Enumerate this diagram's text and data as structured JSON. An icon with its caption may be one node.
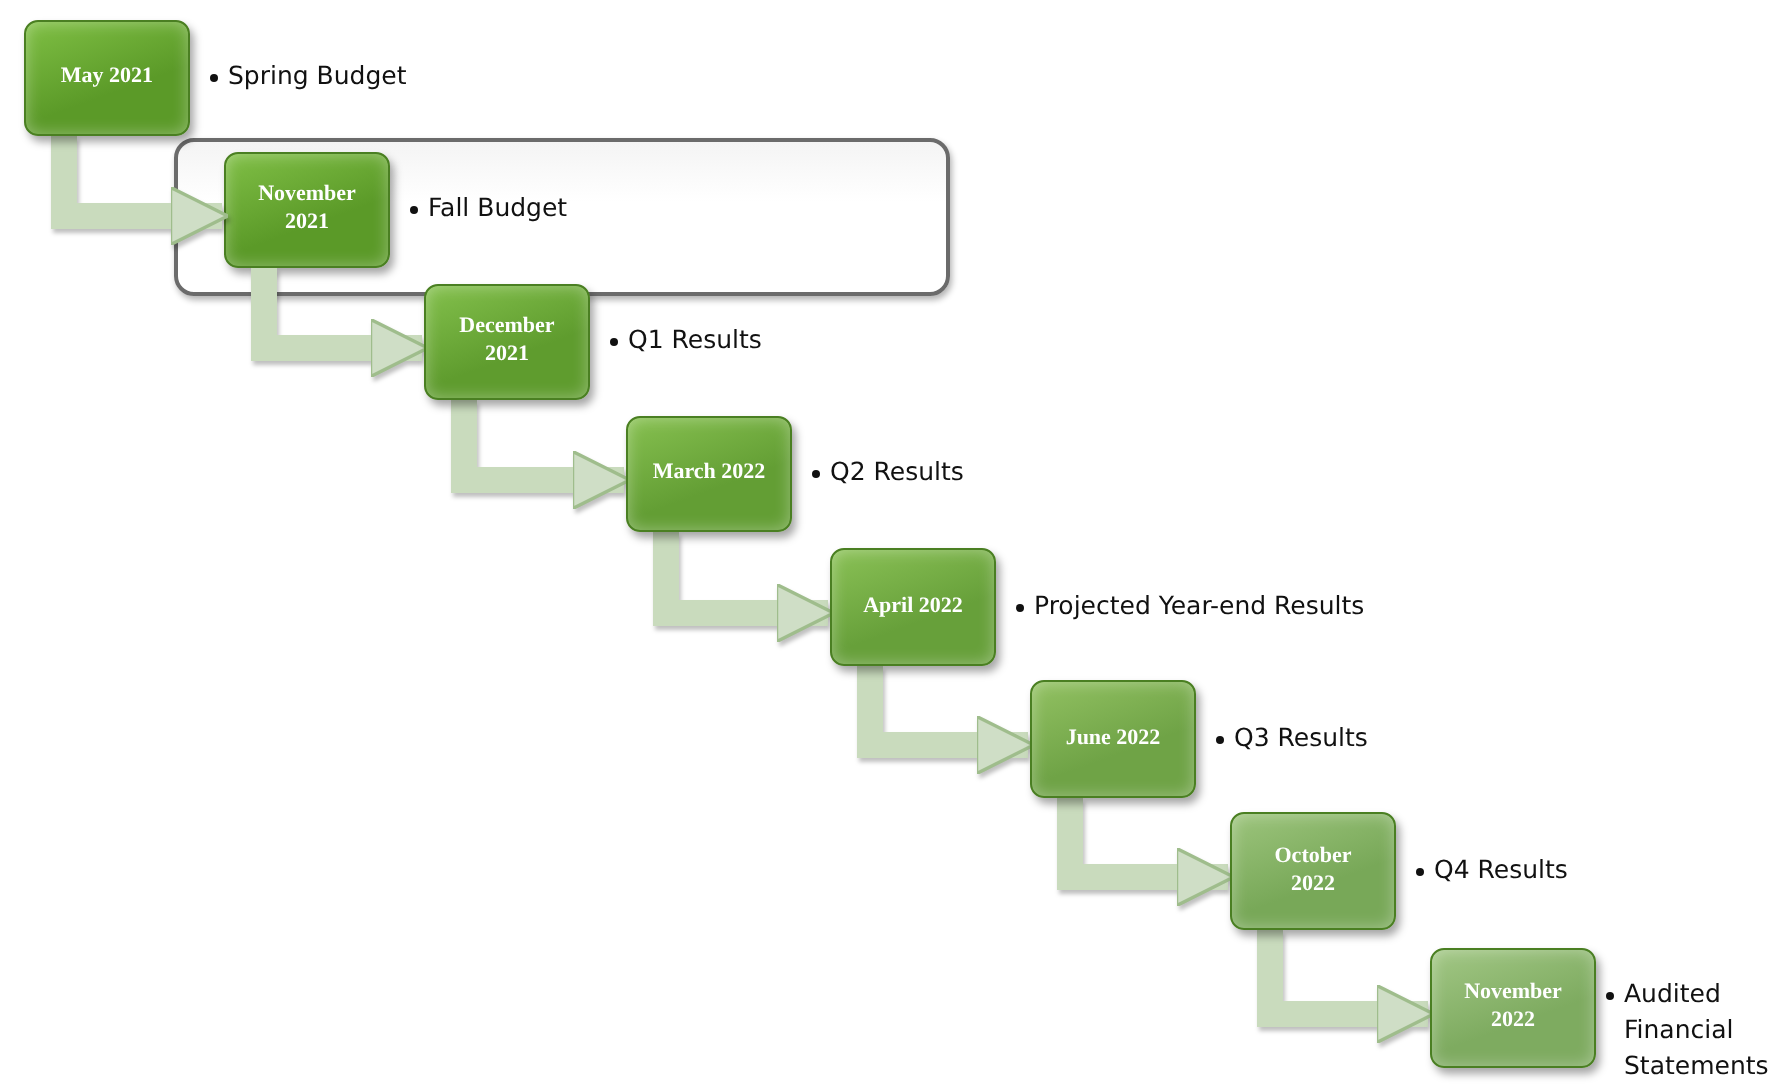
{
  "diagram": {
    "nodes": [
      {
        "text": [
          "May 2021"
        ],
        "beside": [
          "Spring Budget"
        ]
      },
      {
        "text": [],
        "shape": "box"
      },
      {
        "text": [
          "November 2021"
        ],
        "beside": [
          "Fall Budget"
        ],
        "in": 1
      },
      {
        "text": [
          "December 2021"
        ],
        "beside": [
          "Q1 Results"
        ]
      },
      {
        "text": [
          "March 2022"
        ],
        "beside": [
          "Q2 Results"
        ]
      },
      {
        "text": [
          "April 2022"
        ],
        "beside": [
          "Projected Year-end Results"
        ]
      },
      {
        "text": [
          "June 2022"
        ],
        "beside": [
          "Q3 Results"
        ]
      },
      {
        "text": [
          "October 2022"
        ],
        "beside": [
          "Q4 Results"
        ]
      },
      {
        "text": [
          "November 2022"
        ],
        "beside": [
          "Audited Financial Statements"
        ]
      }
    ],
    "edges": [
      {
        "from": 0,
        "to": 2,
        "arrow": "to"
      },
      {
        "from": 2,
        "to": 3,
        "arrow": "to"
      },
      {
        "from": 3,
        "to": 4,
        "arrow": "to"
      },
      {
        "from": 4,
        "to": 5,
        "arrow": "to"
      },
      {
        "from": 5,
        "to": 6,
        "arrow": "to"
      },
      {
        "from": 6,
        "to": 7,
        "arrow": "to"
      },
      {
        "from": 7,
        "to": 8,
        "arrow": "to"
      }
    ]
  }
}
